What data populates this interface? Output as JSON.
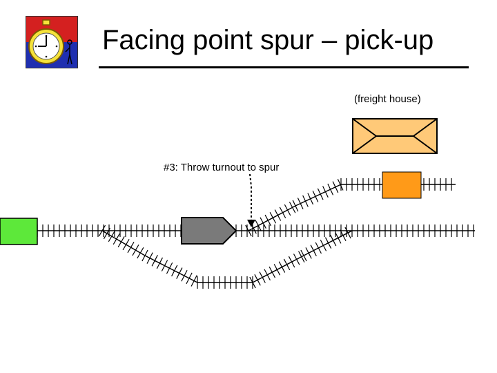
{
  "slide": {
    "title": "Facing point spur – pick-up"
  },
  "logo": {
    "icon": "stopwatch-icon",
    "colors": {
      "top": "#d42020",
      "bottom": "#1f2fb0",
      "watch": "#f5e23a"
    }
  },
  "diagram": {
    "freight_house_label": "(freight house)",
    "step_label": "#3: Throw turnout to spur",
    "colors": {
      "engine": "#7a7a7a",
      "car_spur": "#ff9a18",
      "car_left": "#5de83a",
      "freight_house": "#ffc978"
    }
  }
}
